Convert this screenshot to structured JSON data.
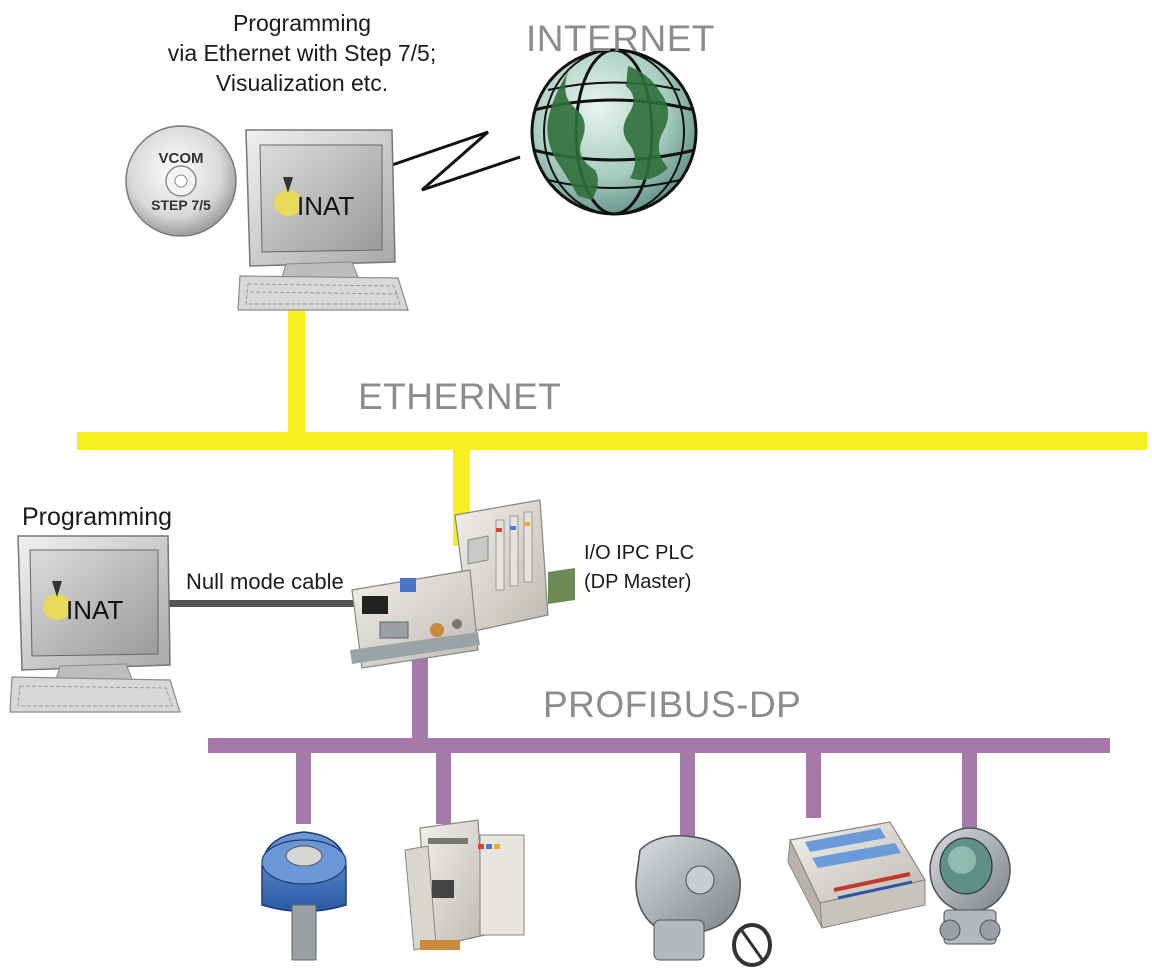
{
  "top_caption": [
    "Programming",
    "via Ethernet with Step 7/5;",
    "Visualization etc."
  ],
  "internet_label": "INTERNET",
  "ethernet_label": "ETHERNET",
  "profibus_label": "PROFIBUS-DP",
  "local_programming_label": "Programming",
  "null_cable_label": "Null mode cable",
  "plc_label": [
    "I/O IPC PLC",
    "(DP Master)"
  ],
  "cd_label": [
    "VCOM",
    "STEP 7/5"
  ],
  "monitor_logo_text": "INAT",
  "colors": {
    "ethernet_bus": "#f5f01e",
    "profibus_bus": "#a57aa8",
    "null_cable": "#555555",
    "net_label_gray": "#8c8c8c"
  },
  "icons": [
    "cd-icon",
    "monitor-icon",
    "keyboard-icon",
    "globe-icon",
    "plc-icon",
    "temperature-transmitter-icon",
    "io-module-icon",
    "valve-actuator-icon",
    "terminal-module-icon",
    "pressure-transmitter-icon"
  ]
}
